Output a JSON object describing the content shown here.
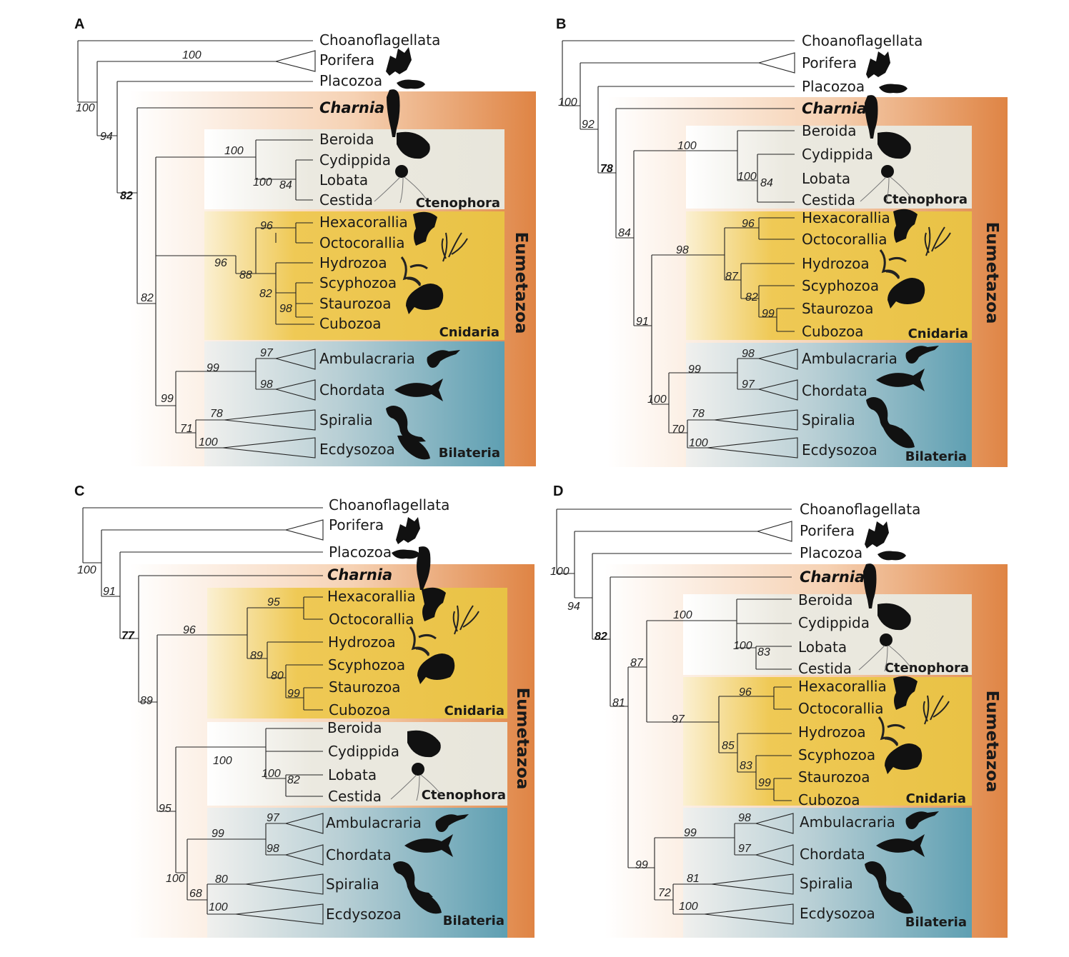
{
  "figure": {
    "panels": [
      {
        "letter": "A",
        "taxa": {
          "choano": "Choanoflagellata",
          "porifera": "Porifera",
          "placozoa": "Placozoa",
          "charnia": "Charnia",
          "beroida": "Beroida",
          "cydippida": "Cydippida",
          "lobata": "Lobata",
          "cestida": "Cestida",
          "hexa": "Hexacorallia",
          "octo": "Octocorallia",
          "hydro": "Hydrozoa",
          "scypho": "Scyphozoa",
          "stauro": "Staurozoa",
          "cubo": "Cubozoa",
          "ambul": "Ambulacraria",
          "chord": "Chordata",
          "spir": "Spiralia",
          "ecdy": "Ecdysozoa"
        },
        "groups": {
          "ctenophora": "Ctenophora",
          "cnidaria": "Cnidaria",
          "bilateria": "Bilateria",
          "eumetazoa": "Eumetazoa"
        },
        "support": [
          {
            "id": "porifera",
            "value": "100"
          },
          {
            "id": "root",
            "value": "100"
          },
          {
            "id": "n94",
            "value": "94"
          },
          {
            "id": "n82b",
            "value": "82"
          },
          {
            "id": "cteno",
            "value": "100"
          },
          {
            "id": "cteno-inner",
            "value": "100"
          },
          {
            "id": "lobata-cestida",
            "value": "84"
          },
          {
            "id": "anthozoa",
            "value": "96"
          },
          {
            "id": "cnid",
            "value": "96"
          },
          {
            "id": "medusozoa",
            "value": "88"
          },
          {
            "id": "n82c",
            "value": "82"
          },
          {
            "id": "stauro-cubo",
            "value": "98"
          },
          {
            "id": "eumet-inner",
            "value": "82"
          },
          {
            "id": "ambul",
            "value": "97"
          },
          {
            "id": "deut",
            "value": "99"
          },
          {
            "id": "chord",
            "value": "98"
          },
          {
            "id": "bilat",
            "value": "99"
          },
          {
            "id": "spir",
            "value": "78"
          },
          {
            "id": "proto",
            "value": "71"
          },
          {
            "id": "ecdy",
            "value": "100"
          }
        ]
      },
      {
        "letter": "B",
        "taxa": {
          "choano": "Choanoflagellata",
          "porifera": "Porifera",
          "placozoa": "Placozoa",
          "charnia": "Charnia",
          "beroida": "Beroida",
          "cydippida": "Cydippida",
          "lobata": "Lobata",
          "cestida": "Cestida",
          "hexa": "Hexacorallia",
          "octo": "Octocorallia",
          "hydro": "Hydrozoa",
          "scypho": "Scyphozoa",
          "stauro": "Staurozoa",
          "cubo": "Cubozoa",
          "ambul": "Ambulacraria",
          "chord": "Chordata",
          "spir": "Spiralia",
          "ecdy": "Ecdysozoa"
        },
        "groups": {
          "ctenophora": "Ctenophora",
          "cnidaria": "Cnidaria",
          "bilateria": "Bilateria",
          "eumetazoa": "Eumetazoa"
        },
        "support": [
          {
            "id": "root",
            "value": "100"
          },
          {
            "id": "n92",
            "value": "92"
          },
          {
            "id": "n78b",
            "value": "78"
          },
          {
            "id": "cteno",
            "value": "100"
          },
          {
            "id": "cteno-inner",
            "value": "100"
          },
          {
            "id": "lobata-cestida",
            "value": "84"
          },
          {
            "id": "n84",
            "value": "84"
          },
          {
            "id": "anthozoa",
            "value": "96"
          },
          {
            "id": "cnid",
            "value": "98"
          },
          {
            "id": "medusozoa",
            "value": "87"
          },
          {
            "id": "n82",
            "value": "82"
          },
          {
            "id": "stauro-cubo",
            "value": "99"
          },
          {
            "id": "n91",
            "value": "91"
          },
          {
            "id": "ambul",
            "value": "98"
          },
          {
            "id": "deut",
            "value": "99"
          },
          {
            "id": "chord",
            "value": "97"
          },
          {
            "id": "bilat",
            "value": "100"
          },
          {
            "id": "spir",
            "value": "78"
          },
          {
            "id": "proto",
            "value": "70"
          },
          {
            "id": "ecdy",
            "value": "100"
          }
        ]
      },
      {
        "letter": "C",
        "taxa": {
          "choano": "Choanoflagellata",
          "porifera": "Porifera",
          "placozoa": "Placozoa",
          "charnia": "Charnia",
          "beroida": "Beroida",
          "cydippida": "Cydippida",
          "lobata": "Lobata",
          "cestida": "Cestida",
          "hexa": "Hexacorallia",
          "octo": "Octocorallia",
          "hydro": "Hydrozoa",
          "scypho": "Scyphozoa",
          "stauro": "Staurozoa",
          "cubo": "Cubozoa",
          "ambul": "Ambulacraria",
          "chord": "Chordata",
          "spir": "Spiralia",
          "ecdy": "Ecdysozoa"
        },
        "groups": {
          "ctenophora": "Ctenophora",
          "cnidaria": "Cnidaria",
          "bilateria": "Bilateria",
          "eumetazoa": "Eumetazoa"
        },
        "support": [
          {
            "id": "root",
            "value": "100"
          },
          {
            "id": "n91",
            "value": "91"
          },
          {
            "id": "n77b",
            "value": "77"
          },
          {
            "id": "anthozoa",
            "value": "95"
          },
          {
            "id": "cnid",
            "value": "96"
          },
          {
            "id": "medusozoa",
            "value": "89"
          },
          {
            "id": "n80",
            "value": "80"
          },
          {
            "id": "stauro-cubo",
            "value": "99"
          },
          {
            "id": "n89",
            "value": "89"
          },
          {
            "id": "cteno",
            "value": "100"
          },
          {
            "id": "cteno-inner",
            "value": "100"
          },
          {
            "id": "lobata-cestida",
            "value": "82"
          },
          {
            "id": "n95",
            "value": "95"
          },
          {
            "id": "ambul",
            "value": "97"
          },
          {
            "id": "deut",
            "value": "99"
          },
          {
            "id": "chord",
            "value": "98"
          },
          {
            "id": "bilat",
            "value": "100"
          },
          {
            "id": "spir",
            "value": "80"
          },
          {
            "id": "proto",
            "value": "68"
          },
          {
            "id": "ecdy",
            "value": "100"
          }
        ]
      },
      {
        "letter": "D",
        "taxa": {
          "choano": "Choanoflagellata",
          "porifera": "Porifera",
          "placozoa": "Placozoa",
          "charnia": "Charnia",
          "beroida": "Beroida",
          "cydippida": "Cydippida",
          "lobata": "Lobata",
          "cestida": "Cestida",
          "hexa": "Hexacorallia",
          "octo": "Octocorallia",
          "hydro": "Hydrozoa",
          "scypho": "Scyphozoa",
          "stauro": "Staurozoa",
          "cubo": "Cubozoa",
          "ambul": "Ambulacraria",
          "chord": "Chordata",
          "spir": "Spiralia",
          "ecdy": "Ecdysozoa"
        },
        "groups": {
          "ctenophora": "Ctenophora",
          "cnidaria": "Cnidaria",
          "bilateria": "Bilateria",
          "eumetazoa": "Eumetazoa"
        },
        "support": [
          {
            "id": "root",
            "value": "100"
          },
          {
            "id": "n94",
            "value": "94"
          },
          {
            "id": "n82b",
            "value": "82"
          },
          {
            "id": "cteno",
            "value": "100"
          },
          {
            "id": "cteno-inner",
            "value": "100"
          },
          {
            "id": "lobata-cestida",
            "value": "83"
          },
          {
            "id": "n87",
            "value": "87"
          },
          {
            "id": "anthozoa",
            "value": "96"
          },
          {
            "id": "cnid",
            "value": "97"
          },
          {
            "id": "medusozoa",
            "value": "85"
          },
          {
            "id": "n83",
            "value": "83"
          },
          {
            "id": "stauro-cubo",
            "value": "99"
          },
          {
            "id": "n81",
            "value": "81"
          },
          {
            "id": "ambul",
            "value": "98"
          },
          {
            "id": "deut",
            "value": "99"
          },
          {
            "id": "chord",
            "value": "97"
          },
          {
            "id": "bilat",
            "value": "99"
          },
          {
            "id": "spir",
            "value": "81"
          },
          {
            "id": "proto",
            "value": "72"
          },
          {
            "id": "ecdy",
            "value": "100"
          }
        ]
      }
    ],
    "colors": {
      "eumetazoa": "#e0884a",
      "ctenophora": "#eae9df",
      "cnidaria": "#ecc54a",
      "bilateria": "#6ea8b8"
    }
  }
}
